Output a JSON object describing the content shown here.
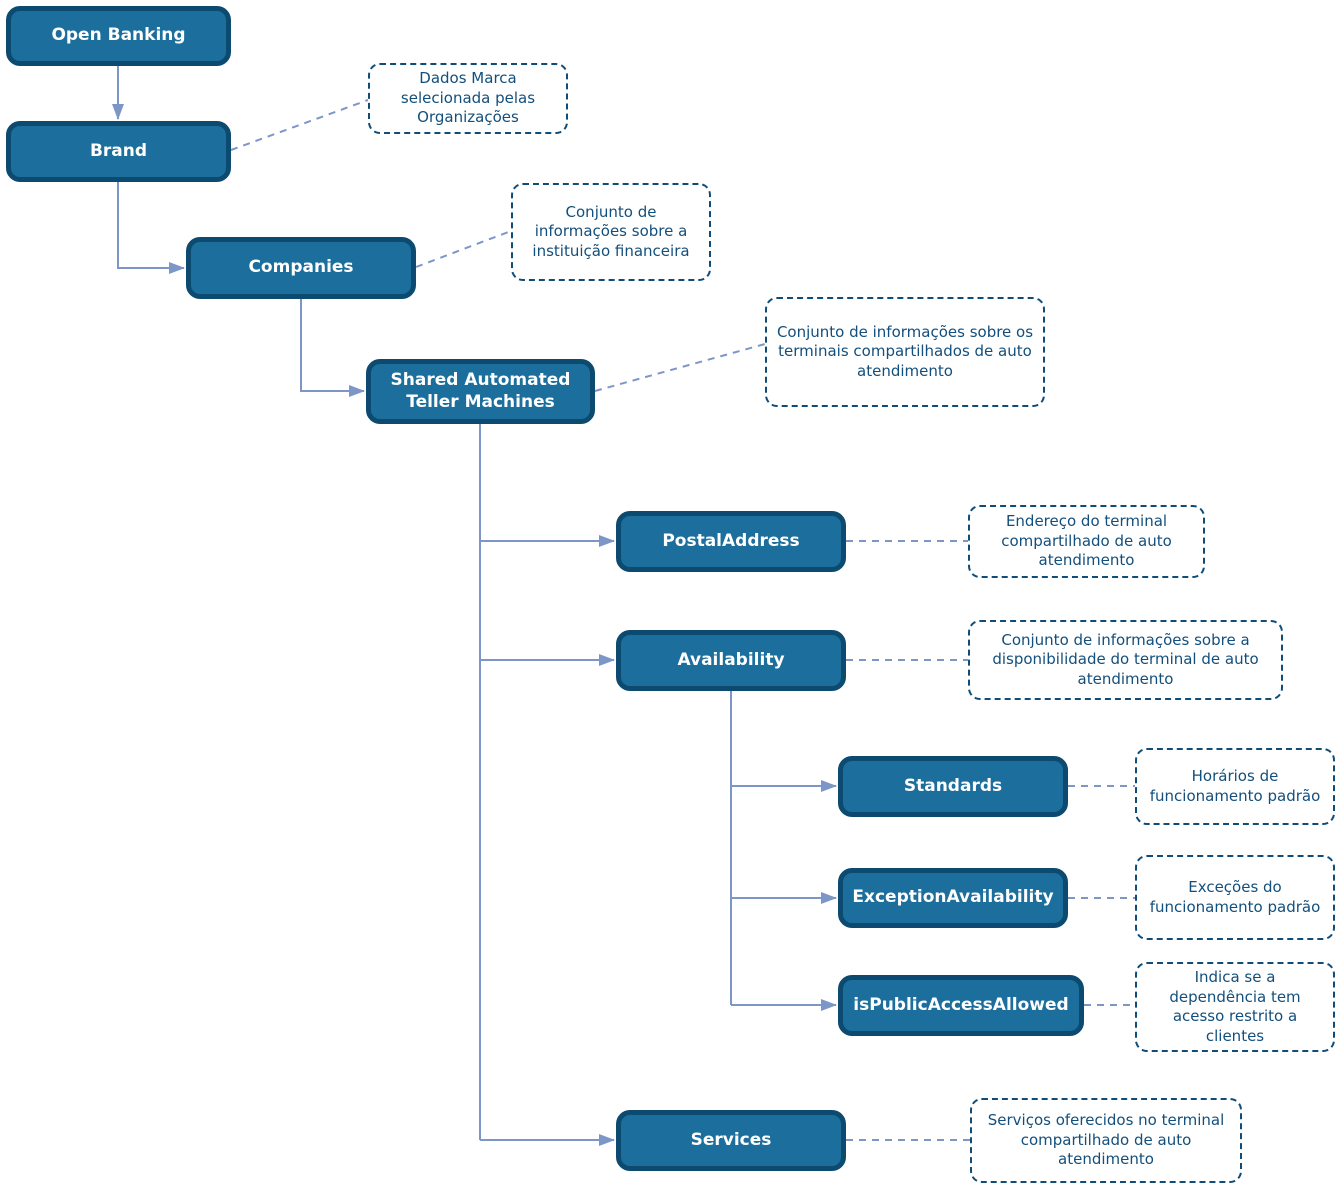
{
  "diagram": {
    "nodes": [
      {
        "label": "Open Banking"
      },
      {
        "label": "Brand"
      },
      {
        "label": "Companies"
      },
      {
        "label": "Shared Automated Teller Machines"
      },
      {
        "label": "PostalAddress"
      },
      {
        "label": "Availability"
      },
      {
        "label": "Standards"
      },
      {
        "label": "ExceptionAvailability"
      },
      {
        "label": "isPublicAccessAllowed"
      },
      {
        "label": "Services"
      }
    ],
    "notes": [
      {
        "for": "Brand",
        "text": "Dados Marca selecionada pelas Organizações"
      },
      {
        "for": "Companies",
        "text": "Conjunto de informações sobre a instituição financeira"
      },
      {
        "for": "Shared Automated Teller Machines",
        "text": "Conjunto de informações sobre os terminais compartilhados de auto atendimento"
      },
      {
        "for": "PostalAddress",
        "text": "Endereço do terminal compartilhado de auto atendimento"
      },
      {
        "for": "Availability",
        "text": "Conjunto de informações sobre a disponibilidade do terminal de auto atendimento"
      },
      {
        "for": "Standards",
        "text": "Horários de funcionamento padrão"
      },
      {
        "for": "ExceptionAvailability",
        "text": "Exceções do funcionamento padrão"
      },
      {
        "for": "isPublicAccessAllowed",
        "text": "Indica se a dependência tem acesso restrito a clientes"
      },
      {
        "for": "Services",
        "text": "Serviços oferecidos no terminal compartilhado de auto atendimento"
      }
    ],
    "edges": [
      "Open Banking → Brand",
      "Brand → Companies",
      "Companies → Shared Automated Teller Machines",
      "Shared Automated Teller Machines → PostalAddress",
      "Shared Automated Teller Machines → Availability",
      "Shared Automated Teller Machines → Services",
      "Availability → Standards",
      "Availability → ExceptionAvailability",
      "Availability → isPublicAccessAllowed"
    ],
    "colors": {
      "node_fill": "#1C6E9C",
      "node_border": "#0C4A70",
      "node_text": "#FFFFFF",
      "note_border": "#0F4C78",
      "note_text": "#134F7C",
      "connector": "#7D96C8"
    }
  }
}
